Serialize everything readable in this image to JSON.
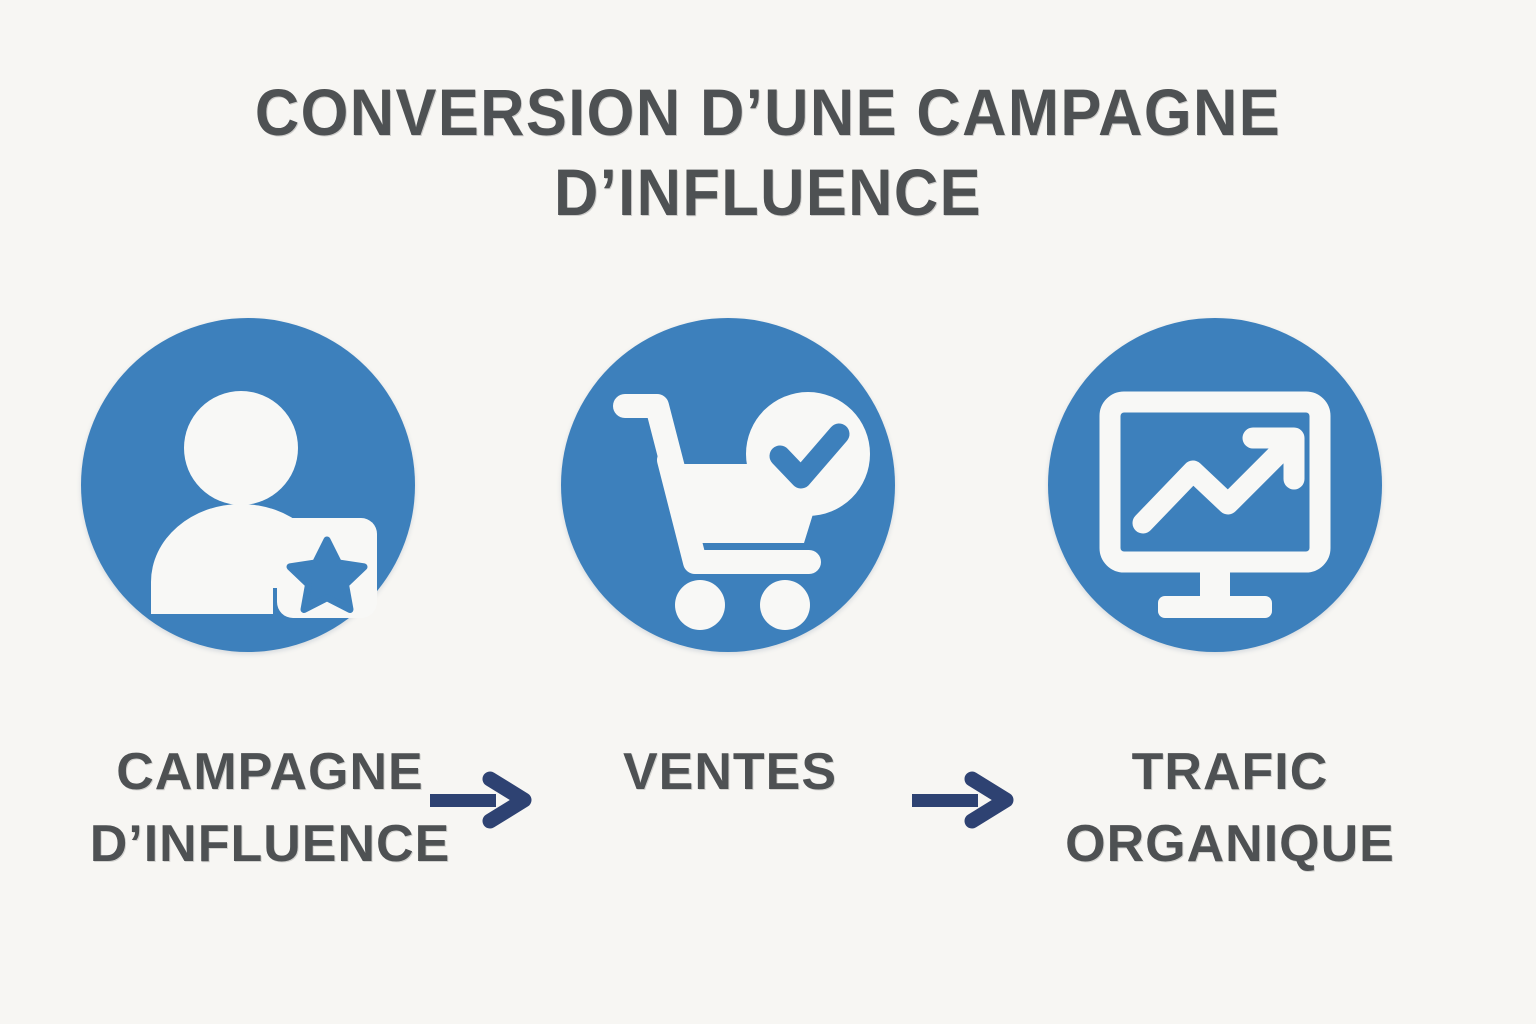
{
  "background_color": "#f7f6f3",
  "heading": {
    "line1": "CONVERSION D’UNE CAMPAGNE",
    "line2": "D’INFLUENCE",
    "color": "#4e5153"
  },
  "colors": {
    "circle_blue": "#3d80bc",
    "arrow_navy": "#2e4272",
    "icon_white": "#f8f8f6",
    "text_gray": "#4e5153"
  },
  "steps": [
    {
      "icon": "person-star-badge-icon",
      "label_line1": "CAMPAGNE",
      "label_line2": "D’INFLUENCE"
    },
    {
      "icon": "shopping-cart-check-icon",
      "label_line1": "VENTES",
      "label_line2": ""
    },
    {
      "icon": "monitor-trending-up-icon",
      "label_line1": "TRAFIC",
      "label_line2": "ORGANIQUE"
    }
  ],
  "connectors": [
    {
      "name": "arrow-right-1",
      "direction": "right"
    },
    {
      "name": "arrow-right-2",
      "direction": "right"
    }
  ]
}
